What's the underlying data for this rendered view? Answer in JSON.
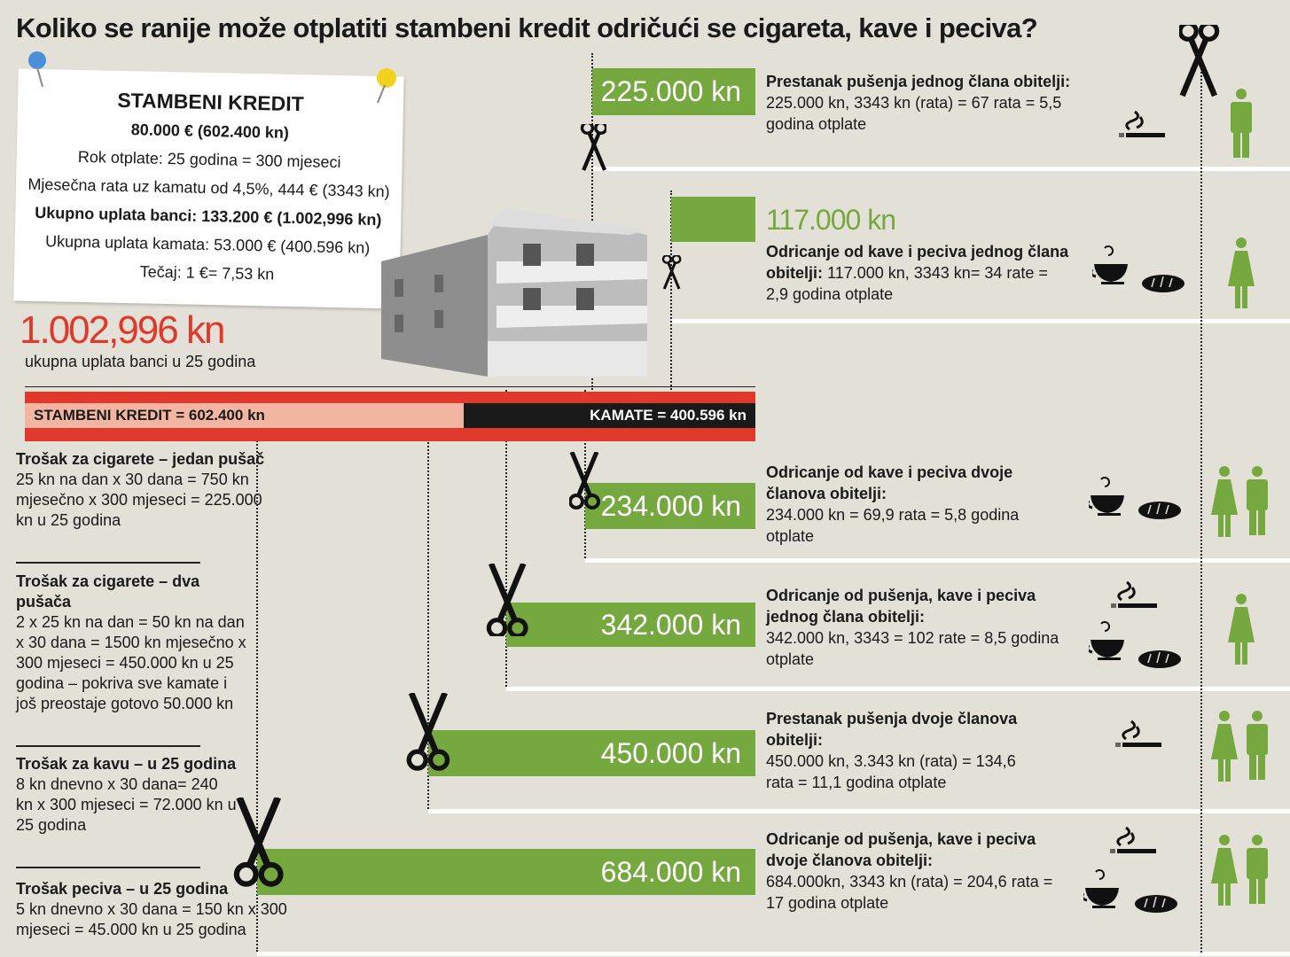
{
  "title": "Koliko se ranije može otplatiti stambeni kredit odričući se cigareta, kave i peciva?",
  "card": {
    "heading": "STAMBENI KREDIT",
    "amount": "80.000 € (602.400 kn)",
    "term": "Rok otplate: 25 godina = 300 mjeseci",
    "rate": "Mjesečna rata uz kamatu od 4,5%, 444 € (3343 kn)",
    "total": "Ukupno uplata banci: 133.200 € (1.002,996 kn)",
    "interest": "Ukupna uplata kamata: 53.000 € (400.596 kn)",
    "exchange": "Tečaj: 1 €= 7,53 kn"
  },
  "total_big": "1.002,996 kn",
  "total_caption": "ukupna uplata banci u 25 godina",
  "loan_bar": {
    "principal_label": "STAMBENI KREDIT = 602.400 kn",
    "interest_label": "KAMATE = 400.596 kn",
    "principal_share": 0.6006,
    "colors": {
      "principal": "#f2b5a2",
      "interest": "#1a1a1a",
      "frame": "#e0392b"
    }
  },
  "notes": [
    {
      "title": "Trošak za cigarete – jedan pušač",
      "text": "25 kn na dan x 30 dana = 750 kn mjesečno x 300 mjeseci = 225.000 kn u 25 godina"
    },
    {
      "title": "Trošak za cigarete – dva pušača",
      "text": "2 x 25 kn na dan = 50 kn na dan x 30 dana = 1500 kn mjesečno x 300 mjeseci = 450.000 kn u 25 godina – pokriva sve kamate i još preostaje gotovo 50.000 kn"
    },
    {
      "title": "Trošak za kavu – u 25 godina",
      "text": "8 kn dnevno x 30 dana= 240 kn x 300 mjeseci = 72.000 kn u 25 godina"
    },
    {
      "title": "Trošak peciva – u 25 godina",
      "text": "5 kn dnevno x 30 dana = 150 kn x 300 mjeseci = 45.000 kn u 25 godina"
    }
  ],
  "scenarios": [
    {
      "amount": "225.000 kn",
      "title": "Prestanak pušenja jednog člana obitelji:",
      "text": "225.000 kn, 3343 kn (rata) = 67 rata = 5,5 godina otplate",
      "icons": [
        "cigarette"
      ],
      "people": [
        "man"
      ]
    },
    {
      "amount": "117.000 kn",
      "title": "Odricanje od kave i peciva jednog člana obitelji:",
      "text": "117.000 kn, 3343 kn= 34 rate = 2,9 godina otplate",
      "icons": [
        "coffee",
        "bread"
      ],
      "people": [
        "woman"
      ]
    },
    {
      "amount": "234.000 kn",
      "title": "Odricanje od kave i peciva dvoje članova obitelji:",
      "text": "234.000 kn = 69,9 rata = 5,8 godina otplate",
      "icons": [
        "coffee",
        "bread"
      ],
      "people": [
        "woman",
        "man"
      ]
    },
    {
      "amount": "342.000 kn",
      "title": "Odricanje od pušenja, kave i peciva jednog člana obitelji:",
      "text": "342.000 kn, 3343 = 102 rate = 8,5 godina otplate",
      "icons": [
        "cigarette",
        "coffee",
        "bread"
      ],
      "people": [
        "woman"
      ]
    },
    {
      "amount": "450.000 kn",
      "title": "Prestanak pušenja dvoje članova obitelji:",
      "text": "450.000 kn, 3.343 kn (rata) = 134,6 rata = 11,1 godina otplate",
      "icons": [
        "cigarette"
      ],
      "people": [
        "woman",
        "man"
      ]
    },
    {
      "amount": "684.000 kn",
      "title": "Odricanje od pušenja, kave i peciva dvoje članova obitelji:",
      "text": "684.000kn, 3343 kn (rata) = 204,6 rata = 17 godina otplate",
      "icons": [
        "cigarette",
        "coffee",
        "bread"
      ],
      "people": [
        "woman",
        "man"
      ]
    }
  ],
  "colors": {
    "green": "#76a840",
    "red": "#e0392b",
    "background": "#e3e0d8"
  }
}
